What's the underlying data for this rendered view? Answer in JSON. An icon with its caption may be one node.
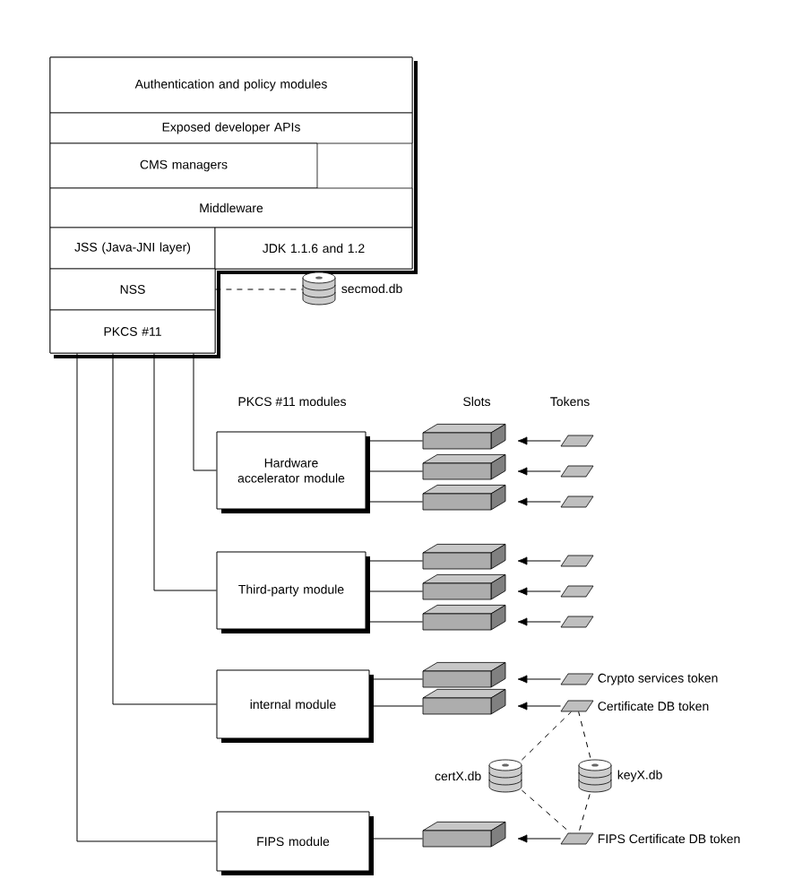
{
  "diagram": {
    "nodes": [
      {
        "text": [
          "Authentication and policy modules"
        ]
      },
      {
        "text": [
          "Exposed developer APIs"
        ]
      },
      {
        "text": [
          "CMS managers"
        ]
      },
      {
        "text": [
          "Middleware"
        ]
      },
      {
        "text": [
          "JSS (Java-JNI layer)"
        ]
      },
      {
        "text": [
          "JDK 1.1.6 and 1.2"
        ]
      },
      {
        "text": [
          "NSS"
        ]
      },
      {
        "text": [
          "PKCS #11"
        ]
      },
      {
        "text": [],
        "shape": "cylinder",
        "beside": [
          "secmod.db"
        ]
      },
      {
        "text": [
          "Hardware accelerator module"
        ]
      },
      {
        "text": [],
        "shape": "box"
      },
      {
        "text": [],
        "shape": "box"
      },
      {
        "text": [],
        "shape": "box"
      },
      {
        "text": [],
        "shape": "card"
      },
      {
        "text": [],
        "shape": "card"
      },
      {
        "text": [],
        "shape": "card"
      },
      {
        "text": [
          "Third-party module"
        ]
      },
      {
        "text": [],
        "shape": "box"
      },
      {
        "text": [],
        "shape": "box"
      },
      {
        "text": [],
        "shape": "box"
      },
      {
        "text": [],
        "shape": "card"
      },
      {
        "text": [],
        "shape": "card"
      },
      {
        "text": [],
        "shape": "card"
      },
      {
        "text": [
          "internal module"
        ]
      },
      {
        "text": [],
        "shape": "box"
      },
      {
        "text": [],
        "shape": "box"
      },
      {
        "text": [],
        "shape": "card",
        "beside": [
          "Crypto services token"
        ]
      },
      {
        "text": [],
        "shape": "card",
        "beside": [
          "Certificate DB token"
        ]
      },
      {
        "text": [],
        "shape": "cylinder",
        "beside": [
          "certX.db"
        ]
      },
      {
        "text": [],
        "shape": "cylinder",
        "beside": [
          "keyX.db"
        ]
      },
      {
        "text": [
          "FIPS module"
        ]
      },
      {
        "text": [],
        "shape": "box"
      },
      {
        "text": [],
        "shape": "card",
        "beside": [
          "FIPS Certificate DB token"
        ]
      }
    ],
    "edges": [
      {
        "from": 6,
        "to": 8,
        "arrow": "none",
        "style": "dashed"
      },
      {
        "from": 7,
        "to": 9,
        "arrow": "none"
      },
      {
        "from": 7,
        "to": 16,
        "arrow": "none"
      },
      {
        "from": 7,
        "to": 23,
        "arrow": "none"
      },
      {
        "from": 7,
        "to": 30,
        "arrow": "none"
      },
      {
        "from": 9,
        "to": 10,
        "arrow": "none"
      },
      {
        "from": 9,
        "to": 11,
        "arrow": "none"
      },
      {
        "from": 9,
        "to": 12,
        "arrow": "none"
      },
      {
        "from": 13,
        "to": 10,
        "arrow": "to"
      },
      {
        "from": 14,
        "to": 11,
        "arrow": "to"
      },
      {
        "from": 15,
        "to": 12,
        "arrow": "to"
      },
      {
        "from": 16,
        "to": 17,
        "arrow": "none"
      },
      {
        "from": 16,
        "to": 18,
        "arrow": "none"
      },
      {
        "from": 16,
        "to": 19,
        "arrow": "none"
      },
      {
        "from": 20,
        "to": 17,
        "arrow": "to"
      },
      {
        "from": 21,
        "to": 18,
        "arrow": "to"
      },
      {
        "from": 22,
        "to": 19,
        "arrow": "to"
      },
      {
        "from": 23,
        "to": 24,
        "arrow": "none"
      },
      {
        "from": 23,
        "to": 25,
        "arrow": "none"
      },
      {
        "from": 26,
        "to": 24,
        "arrow": "to"
      },
      {
        "from": 27,
        "to": 25,
        "arrow": "to"
      },
      {
        "from": 28,
        "to": 27,
        "arrow": "none",
        "style": "dashed"
      },
      {
        "from": 29,
        "to": 27,
        "arrow": "none",
        "style": "dashed"
      },
      {
        "from": 28,
        "to": 32,
        "arrow": "none",
        "style": "dashed"
      },
      {
        "from": 29,
        "to": 32,
        "arrow": "none",
        "style": "dashed"
      },
      {
        "from": 30,
        "to": 31,
        "arrow": "none"
      },
      {
        "from": 32,
        "to": 31,
        "arrow": "to"
      }
    ],
    "labels": [
      "PKCS #11 modules",
      "Slots",
      "Tokens"
    ]
  }
}
